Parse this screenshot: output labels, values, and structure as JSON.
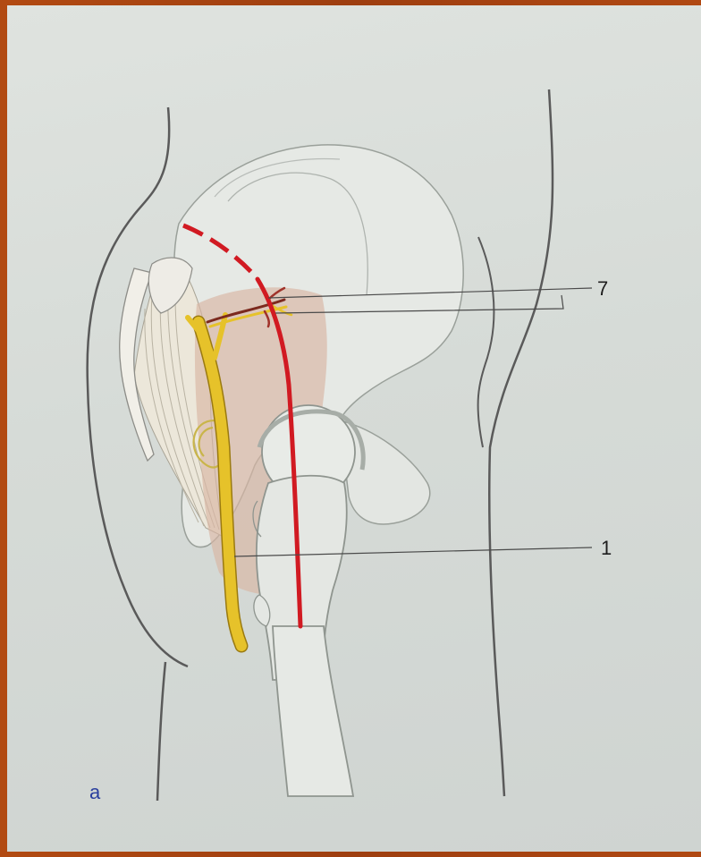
{
  "labels": {
    "label_7": "7",
    "label_1": "1"
  },
  "panel_letter": "a",
  "colors": {
    "incision_line": "#d11a22",
    "nerve": "#e6c22a",
    "nerve_outline": "#9a7a10",
    "vessel_red": "#a0322a",
    "bone": "#e8eae6",
    "muscle_shade": "#d9b3a0",
    "ligament": "#ede8dc",
    "outline": "#555555"
  }
}
